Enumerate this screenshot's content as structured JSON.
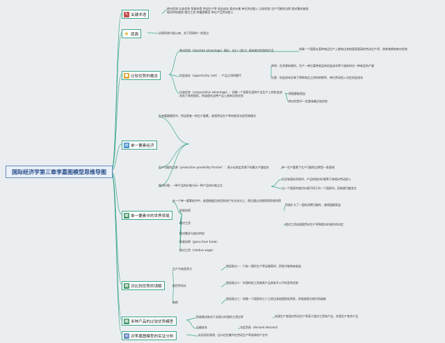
{
  "root": {
    "title": "国际经济学第三章李嘉图模型思维导图"
  },
  "branches": [
    {
      "label": "关键术语"
    },
    {
      "label": "层面"
    },
    {
      "label": "比较优势的概念"
    },
    {
      "label": "单一要素经济"
    },
    {
      "label": "单一要素中的世界贸易"
    },
    {
      "label": "对比较优势的误解"
    },
    {
      "label": "多种产品的比较优势模型"
    },
    {
      "label": "对李嘉图模型的实证分析"
    }
  ],
  "b0": {
    "note": "绝对优势 比较优势 贸易所得 劳动生产率 机会成本 相对价格 单位劳动投入 比较优势 生产可能性边界 相对需求曲线 相对供给曲线 相对工资 李嘉图模型 单位产品劳动投入"
  },
  "b1": {
    "note": "全球贸易兴起以来，关于贸易的一些观点"
  },
  "b2": {
    "l0": "绝对优势（absolute advantage）理论：出口（进口）具有绝对优势的产品",
    "l0n": "如果一个国家在某种商品生产上拥有比其他国家更高的劳动生产率，则称其拥有绝对优势",
    "l1": "机会成本（opportunity cost）：产品之间的替代",
    "l1n": "举例：在资源有限时，生产一单位某种商品的机会成本等于放弃的另一种商品的产量",
    "l1n2": "注意：机会成本反映了两种商品之间的转换率，单位劳动投入决定机会成本",
    "l2": "比较优势（comparative advantage）：如果一个国家在某种产品生产上的机会成本低于其他国家，则该国在这种产品上具有比较优势",
    "l2n": "两国都能获益",
    "l2n2": "绝对优势不一定意味着比较优势"
  },
  "b3": {
    "note": "在李嘉图模型中，劳动是唯一的生产要素，各国劳动生产率的差异决定贸易模式",
    "l0": "生产可能性边界（production possibility frontier）：表示在给定资源下的最大产量组合",
    "l0n": "单一生产要素下生产可能性边界是一条直线",
    "l1": "相对价格：一种产品的价格与另一种产品的价格之比",
    "l1n": "在没有国际贸易时，产品的相对价格等于其相对劳动投入",
    "l1n2": "当一个国家的相对价格不同于另一个国家时，贸易就可能发生"
  },
  "b4": {
    "note": "在一个单一要素经济中，各国根据比较优势进行专业化分工，然后通过交换获得贸易所得",
    "l0": "贸易所得",
    "l0n": "贸易扩大了一国的消费可能性，使两国都获益",
    "l1": "相对工资",
    "l1n": "相对工资由两国劳动生产率和相对价格共同决定",
    "l2": "相对需求与相对供给",
    "l3": "贸易所得（gains from trade）",
    "l4": "相对工资（relative wage）"
  },
  "b5": {
    "l0": "生产力和竞争力",
    "l0n": "错误观点一：只有一国的生产率足够高时，贸易才能带来收益",
    "l1": "贫民劳动论",
    "l1n": "错误观点二：外国的低工资使其产品具有不公平的竞争优势",
    "l2": "剥削",
    "l2n": "错误观点三：如果一个国家的工人工资比其他国家低得多，贸易就是对他们的剥削"
  },
  "b6": {
    "l0": "贸易模式取决于本国与外国的工资比率",
    "l0n": "本国生产其相对劳动生产率高于相对工资的产品，外国生产其余产品",
    "l1": "运输成本",
    "l1n": "决定贸易（derived demand）"
  },
  "b7": {
    "note": "实证研究表明，出口往往集中在劳动生产率较高的产业中"
  },
  "colors": {
    "edge": "#3aa58c",
    "root": "#2a4f8a"
  }
}
